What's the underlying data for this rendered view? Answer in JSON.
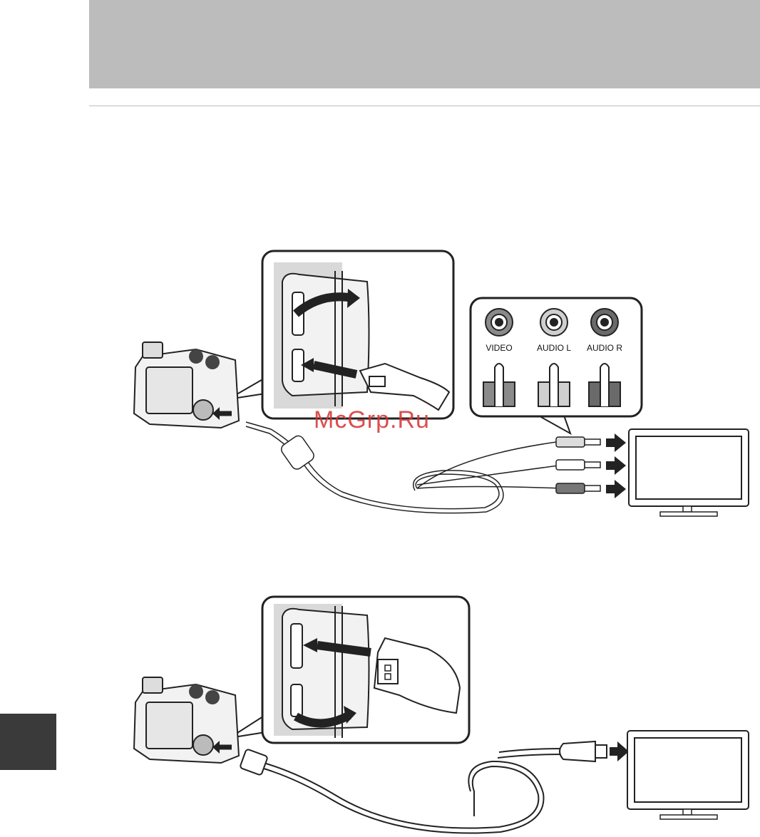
{
  "header": {
    "band_color": "#bcbcbc",
    "rule_color": "#bdbdbd"
  },
  "side_tab": {
    "color": "#3a3a3a"
  },
  "av_panel": {
    "jacks": [
      {
        "label": "VIDEO",
        "color": "#8a8a8a"
      },
      {
        "label": "AUDIO L",
        "color": "#cfcfcf"
      },
      {
        "label": "AUDIO R",
        "color": "#6a6a6a"
      }
    ]
  },
  "watermark": {
    "text": "McGrp.Ru",
    "color": "#d63030"
  },
  "icons": [
    "camera-icon",
    "tv-icon",
    "arrow-icon",
    "rca-plug-icon",
    "hdmi-plug-icon",
    "usb-av-plug-icon"
  ]
}
